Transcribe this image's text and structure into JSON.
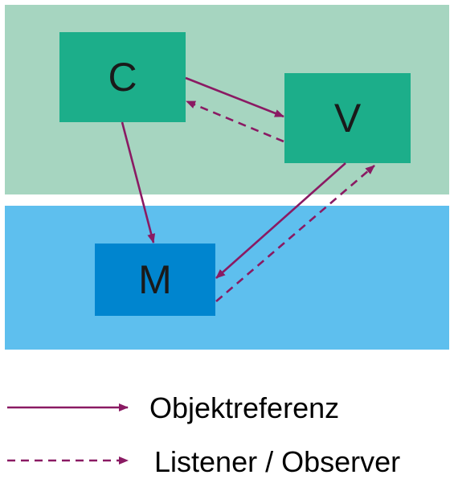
{
  "colors": {
    "controller_view_layer": "#a6d5c0",
    "model_layer": "#5ebfee",
    "controller_view_box": "#1cae8a",
    "model_box": "#0085cf",
    "arrow": "#8a1a63"
  },
  "nodes": {
    "c": "C",
    "v": "V",
    "m": "M"
  },
  "legend": {
    "solid": "Objektreferenz",
    "dashed": "Listener / Observer"
  }
}
